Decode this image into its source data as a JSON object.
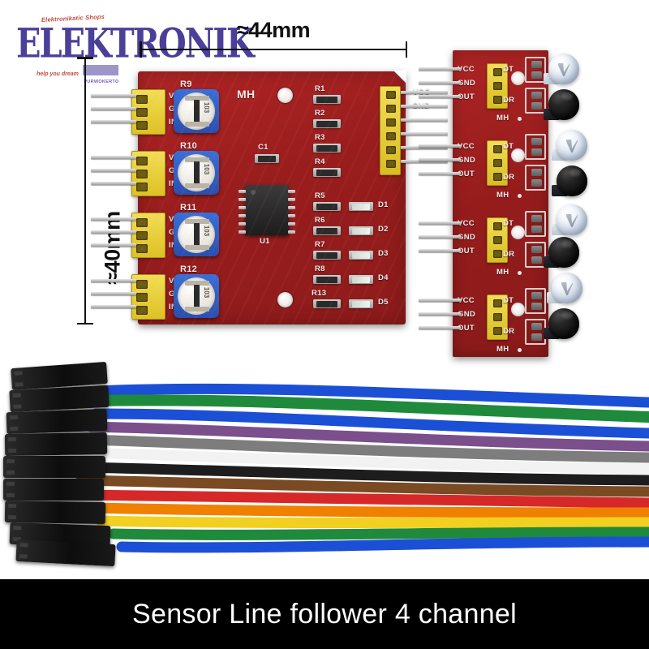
{
  "product": {
    "caption": "Sensor Line follower 4 channel"
  },
  "watermark": {
    "top_text": "Elektronikatic Shops",
    "main_text": "ELEKTRONIK",
    "sub_text": "help you dream",
    "brand_text": "PURWOKERTO"
  },
  "dimensions": {
    "width_label": "≈44mm",
    "height_label": "≈40mm"
  },
  "controller_board": {
    "brand_mark": "MH",
    "ic_label": "U1",
    "capacitor_label": "C1",
    "trimpots": [
      {
        "ref": "R9",
        "value": "103"
      },
      {
        "ref": "R10",
        "value": "103"
      },
      {
        "ref": "R11",
        "value": "103"
      },
      {
        "ref": "R12",
        "value": "103"
      }
    ],
    "input_connectors": [
      {
        "pins": [
          "VCC",
          "GND",
          "IN1"
        ]
      },
      {
        "pins": [
          "VCC",
          "GND",
          "IN2"
        ]
      },
      {
        "pins": [
          "VCC",
          "GND",
          "IN3"
        ]
      },
      {
        "pins": [
          "VCC",
          "GND",
          "IN4"
        ]
      }
    ],
    "output_header": {
      "pin_count": 6,
      "labels": [
        "VCC",
        "GND",
        "",
        "",
        "",
        ""
      ]
    },
    "resistors_top": [
      "R1",
      "R2",
      "R3",
      "R4"
    ],
    "resistors_bottom": [
      "R5",
      "R6",
      "R7",
      "R8",
      "R13"
    ],
    "leds": [
      "D1",
      "D2",
      "D3",
      "D4",
      "D5"
    ],
    "pcb_color": "#9d1f1f",
    "silkscreen_color": "#f4eaea",
    "connector_color": "#e8cf38"
  },
  "sensor_board": {
    "channel_count": 4,
    "channels": [
      {
        "header": [
          "VCC",
          "GND",
          "OUT"
        ],
        "transmitter": "DT",
        "receiver": "DR",
        "mark": "MH"
      },
      {
        "header": [
          "VCC",
          "GND",
          "OUT"
        ],
        "transmitter": "DT",
        "receiver": "DR",
        "mark": "MH"
      },
      {
        "header": [
          "VCC",
          "GND",
          "OUT"
        ],
        "transmitter": "DT",
        "receiver": "DR",
        "mark": "MH"
      },
      {
        "header": [
          "VCC",
          "GND",
          "OUT"
        ],
        "transmitter": "DT",
        "receiver": "DR",
        "mark": "MH"
      }
    ]
  },
  "jumper_wires": {
    "connector_type": "dupont-female",
    "connector_count": 10,
    "wire_colors": [
      "#1f8a3c",
      "#1b4fd6",
      "#7a4f8c",
      "#7d7d7d",
      "#f2f2f2",
      "#1d1d1d",
      "#7a4a22",
      "#d62828",
      "#f08000",
      "#f2d021",
      "#1f8a3c",
      "#1b4fd6"
    ]
  }
}
